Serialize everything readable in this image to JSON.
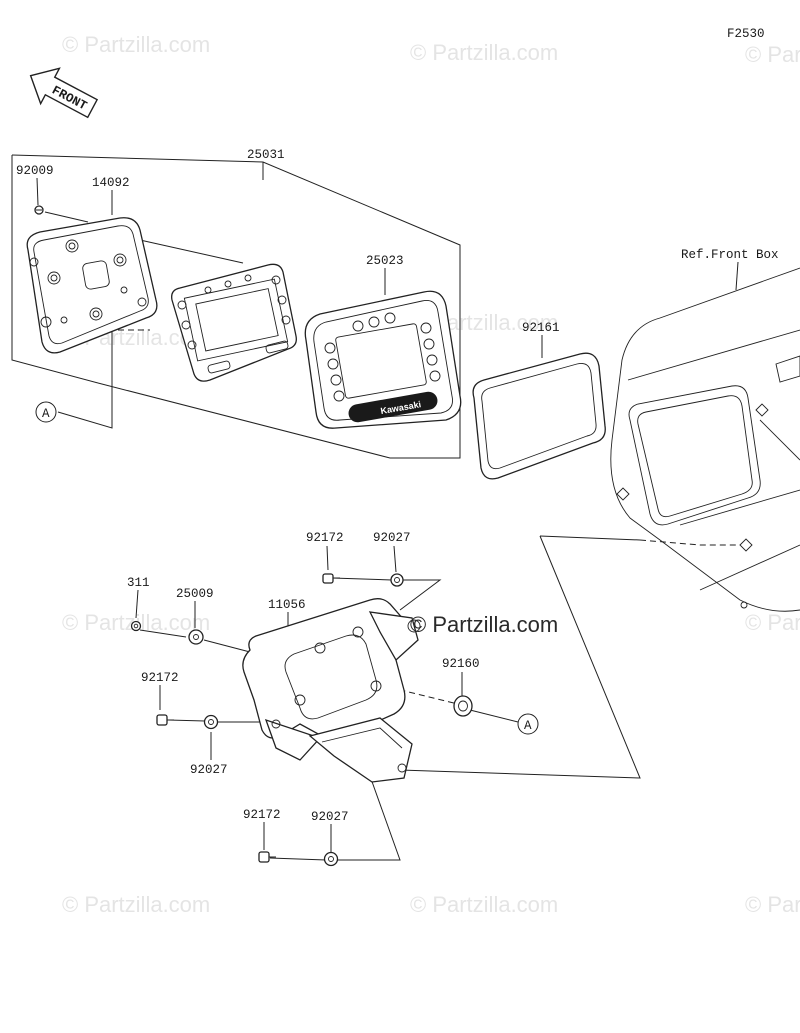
{
  "figure_code": "F2530",
  "front_label": "FRONT",
  "callout_letter": "A",
  "ref_label": "Ref.Front Box",
  "brand_text": "Kawasaki",
  "watermark": "© Partzilla.com",
  "watermark_dark": "© Partzilla.com",
  "parts": [
    {
      "number": "92009"
    },
    {
      "number": "14092"
    },
    {
      "number": "25031"
    },
    {
      "number": "25023"
    },
    {
      "number": "92161"
    },
    {
      "number": "92172"
    },
    {
      "number": "92027"
    },
    {
      "number": "311"
    },
    {
      "number": "25009"
    },
    {
      "number": "11056"
    },
    {
      "number": "92160"
    },
    {
      "number": "92172"
    },
    {
      "number": "92027"
    },
    {
      "number": "92172"
    },
    {
      "number": "92027"
    }
  ]
}
